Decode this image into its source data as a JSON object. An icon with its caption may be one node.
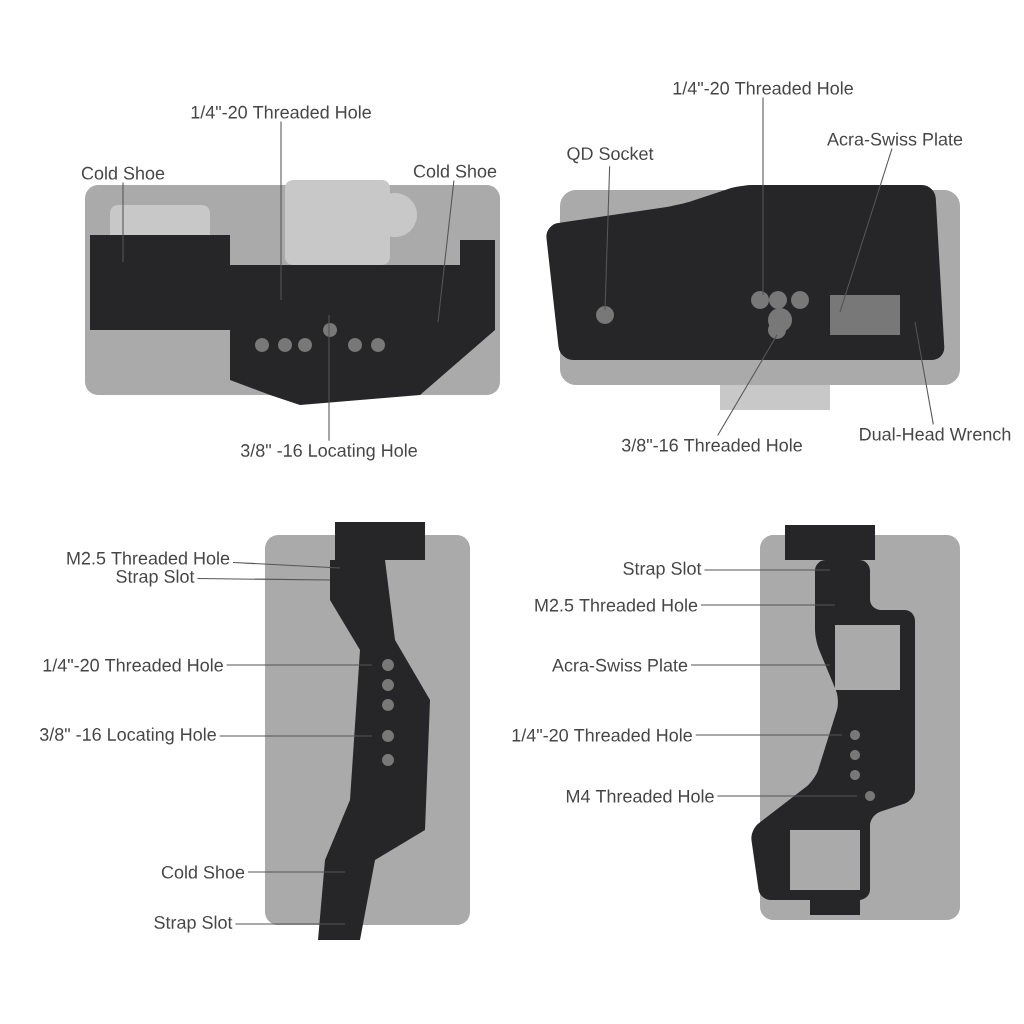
{
  "diagram": {
    "nodes": [
      {
        "text": [
          "1/4\"-20 Threaded Hole"
        ]
      },
      {
        "text": [
          "Cold Shoe"
        ]
      },
      {
        "text": [
          "Cold Shoe"
        ]
      },
      {
        "text": [
          "3/8\" -16 Locating Hole"
        ]
      },
      {
        "text": [
          "QD Socket"
        ]
      },
      {
        "text": [
          "1/4\"-20 Threaded Hole"
        ]
      },
      {
        "text": [
          "Acra-Swiss Plate"
        ]
      },
      {
        "text": [
          "3/8\"-16 Threaded Hole"
        ]
      },
      {
        "text": [
          "Dual-Head Wrench"
        ]
      },
      {
        "text": [
          "M2.5 Threaded Hole"
        ]
      },
      {
        "text": [
          "Strap Slot"
        ]
      },
      {
        "text": [
          "1/4\"-20 Threaded Hole"
        ]
      },
      {
        "text": [
          "3/8\" -16 Locating Hole"
        ]
      },
      {
        "text": [
          "Cold Shoe"
        ]
      },
      {
        "text": [
          "Strap Slot"
        ]
      },
      {
        "text": [
          "Strap Slot"
        ]
      },
      {
        "text": [
          "M2.5 Threaded Hole"
        ]
      },
      {
        "text": [
          "Acra-Swiss Plate"
        ]
      },
      {
        "text": [
          "1/4\"-20 Threaded Hole"
        ]
      },
      {
        "text": [
          "M4 Threaded Hole"
        ]
      }
    ],
    "edges": [
      {
        "from": 0,
        "to": null,
        "arrow": "none"
      },
      {
        "from": 1,
        "to": null,
        "arrow": "none"
      },
      {
        "from": 2,
        "to": null,
        "arrow": "none"
      },
      {
        "from": 3,
        "to": null,
        "arrow": "none"
      },
      {
        "from": 4,
        "to": null,
        "arrow": "none"
      },
      {
        "from": 5,
        "to": null,
        "arrow": "none"
      },
      {
        "from": 6,
        "to": null,
        "arrow": "none"
      },
      {
        "from": 7,
        "to": null,
        "arrow": "none"
      },
      {
        "from": 8,
        "to": null,
        "arrow": "none"
      },
      {
        "from": 9,
        "to": null,
        "arrow": "none"
      },
      {
        "from": 10,
        "to": null,
        "arrow": "none"
      },
      {
        "from": 11,
        "to": null,
        "arrow": "none"
      },
      {
        "from": 12,
        "to": null,
        "arrow": "none"
      },
      {
        "from": 13,
        "to": null,
        "arrow": "none"
      },
      {
        "from": 14,
        "to": null,
        "arrow": "none"
      },
      {
        "from": 15,
        "to": null,
        "arrow": "none"
      },
      {
        "from": 16,
        "to": null,
        "arrow": "none"
      },
      {
        "from": 17,
        "to": null,
        "arrow": "none"
      },
      {
        "from": 18,
        "to": null,
        "arrow": "none"
      },
      {
        "from": 19,
        "to": null,
        "arrow": "none"
      }
    ]
  }
}
